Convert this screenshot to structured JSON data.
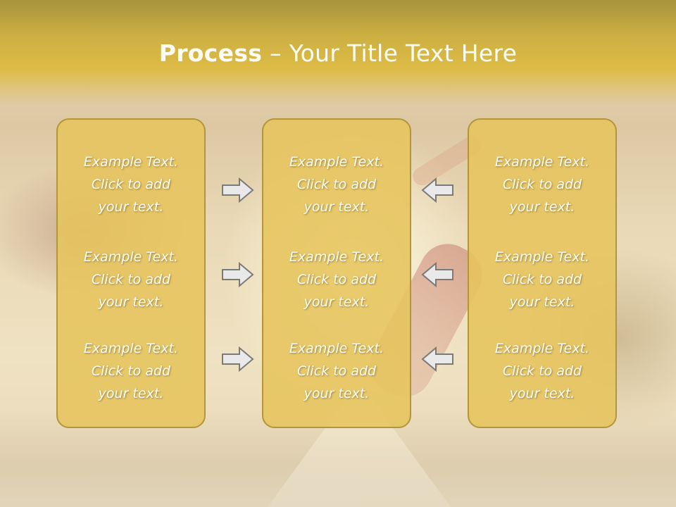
{
  "title": {
    "bold": "Process",
    "rest": " – Your Title Text Here"
  },
  "panels": [
    {
      "blocks": [
        {
          "l1": "Example Text.",
          "l2": "Click  to add",
          "l3": "your text."
        },
        {
          "l1": "Example Text.",
          "l2": "Click  to add",
          "l3": "your text."
        },
        {
          "l1": "Example Text.",
          "l2": "Click  to add",
          "l3": "your text."
        }
      ]
    },
    {
      "blocks": [
        {
          "l1": "Example Text.",
          "l2": "Click  to add",
          "l3": "your text."
        },
        {
          "l1": "Example Text.",
          "l2": "Click  to add",
          "l3": "your text."
        },
        {
          "l1": "Example Text.",
          "l2": "Click  to add",
          "l3": "your text."
        }
      ]
    },
    {
      "blocks": [
        {
          "l1": "Example Text.",
          "l2": "Click  to add",
          "l3": "your text."
        },
        {
          "l1": "Example Text.",
          "l2": "Click  to add",
          "l3": "your text."
        },
        {
          "l1": "Example Text.",
          "l2": "Click  to add",
          "l3": "your text."
        }
      ]
    }
  ],
  "arrows": {
    "left_side": "arrow-right-icon",
    "right_side": "arrow-left-icon"
  },
  "colors": {
    "header": "#ddbb45",
    "panel": "#e6c45c",
    "panel_border": "#b39639",
    "text": "#fffef8"
  }
}
